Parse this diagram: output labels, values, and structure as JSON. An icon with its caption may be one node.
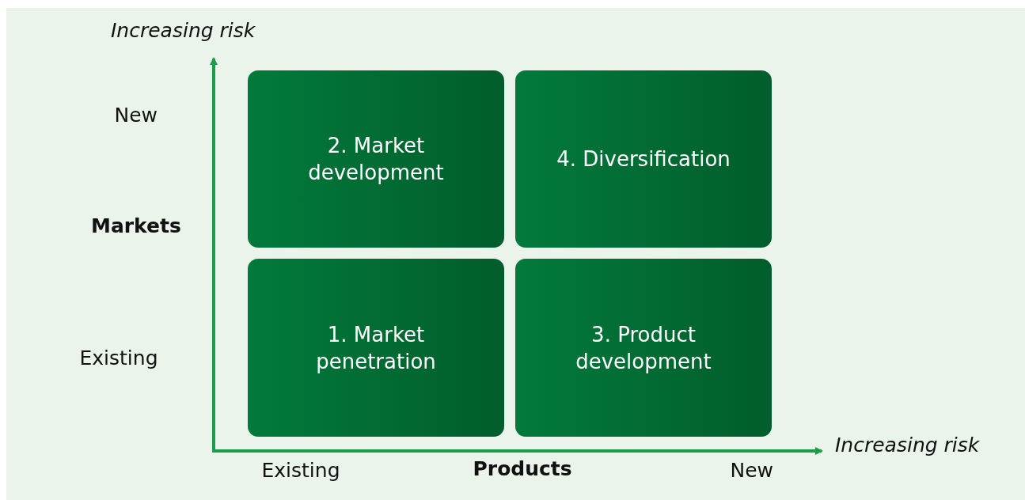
{
  "diagram": {
    "nodes": [
      {
        "text": [
          "2. Market development"
        ]
      },
      {
        "text": [
          "4. Diversification"
        ]
      },
      {
        "text": [
          "1. Market penetration"
        ]
      },
      {
        "text": [
          "3. Product development"
        ]
      }
    ],
    "labels": [
      "Increasing risk",
      "New",
      "Markets",
      "Existing",
      "Increasing risk",
      "Existing",
      "Products",
      "New"
    ]
  }
}
